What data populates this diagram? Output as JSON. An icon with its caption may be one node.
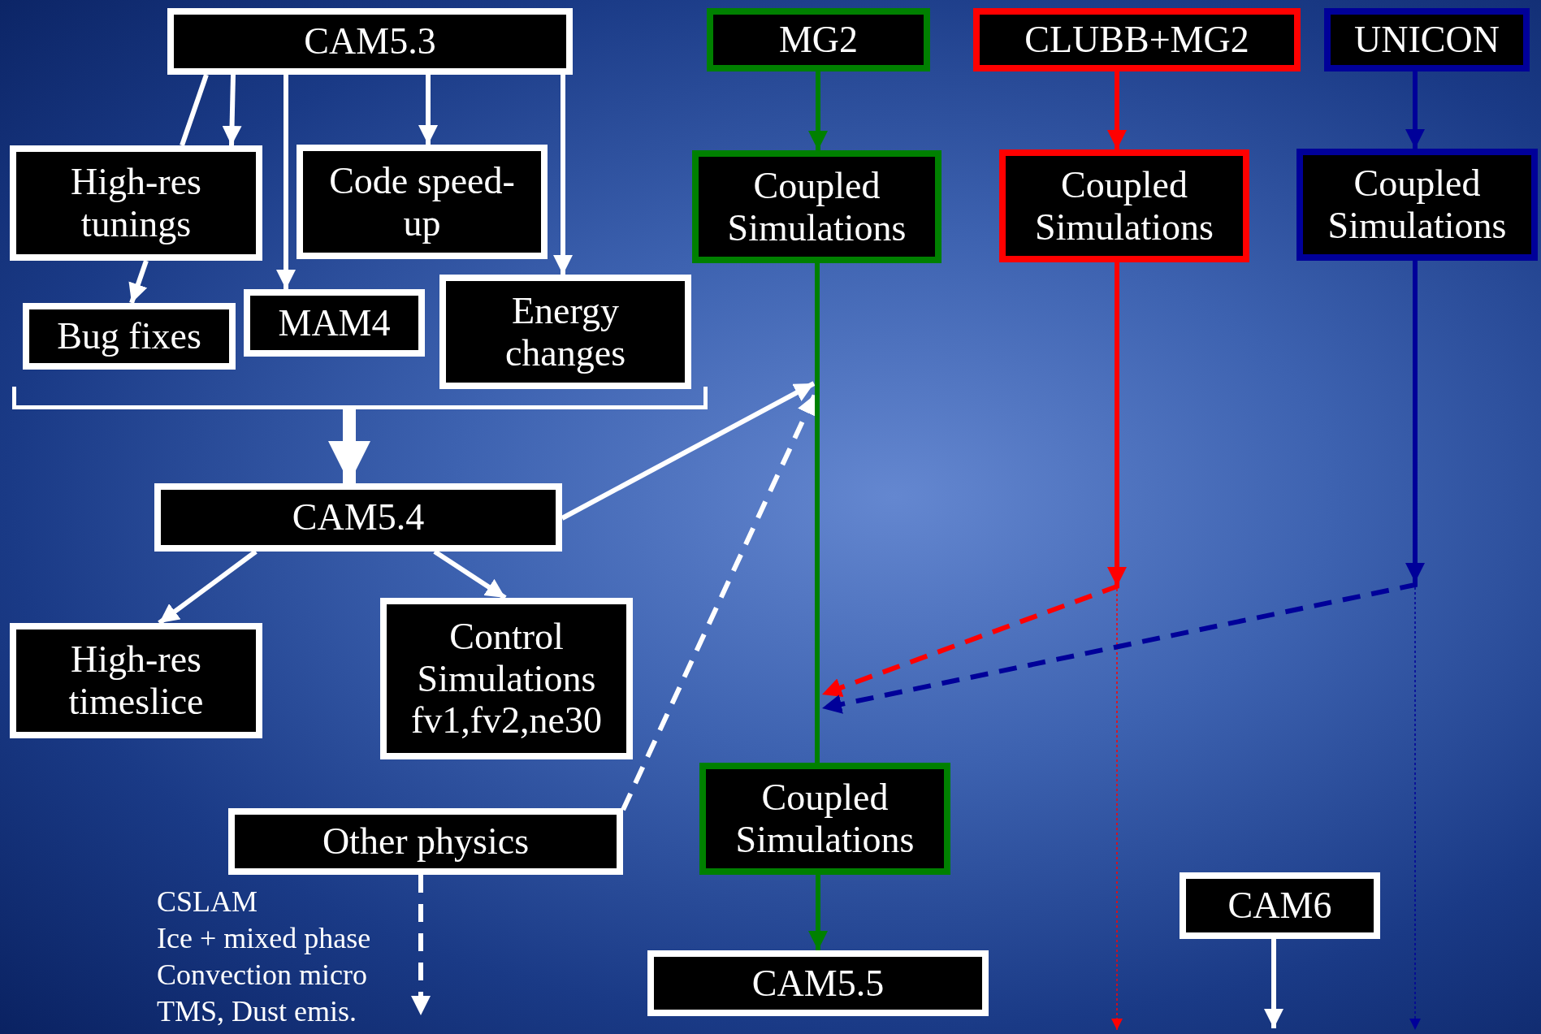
{
  "diagram": {
    "nodes": [
      {
        "text": [
          "CAM5.3"
        ]
      },
      {
        "text": [
          "High-res tunings"
        ]
      },
      {
        "text": [
          "Code speed-up"
        ]
      },
      {
        "text": [
          "Bug fixes"
        ]
      },
      {
        "text": [
          "MAM4"
        ]
      },
      {
        "text": [
          "Energy changes"
        ]
      },
      {
        "text": [
          "CAM5.4"
        ]
      },
      {
        "text": [
          "High-res timeslice"
        ]
      },
      {
        "text": [
          "Control Simulations fv1,fv2,ne30"
        ]
      },
      {
        "text": [
          "Other physics"
        ],
        "beside": [
          "CSLAM",
          "Ice + mixed phase",
          "Convection micro",
          "TMS, Dust emis."
        ]
      },
      {
        "text": [
          "MG2"
        ]
      },
      {
        "text": [
          "Coupled Simulations"
        ]
      },
      {
        "text": [
          "CLUBB+MG2"
        ]
      },
      {
        "text": [
          "Coupled Simulations"
        ]
      },
      {
        "text": [
          "UNICON"
        ]
      },
      {
        "text": [
          "Coupled Simulations"
        ]
      },
      {
        "text": [
          "Coupled Simulations"
        ]
      },
      {
        "text": [
          "CAM5.5"
        ]
      },
      {
        "text": [
          "CAM6"
        ]
      },
      {
        "text": [],
        "shape": "bracket"
      }
    ],
    "edges": [
      {
        "from": 0,
        "to": 1,
        "arrow": "none"
      },
      {
        "from": 0,
        "to": 1,
        "arrow": "to"
      },
      {
        "from": 1,
        "to": 3,
        "arrow": "to"
      },
      {
        "from": 0,
        "to": 4,
        "arrow": "to"
      },
      {
        "from": 0,
        "to": 2,
        "arrow": "to"
      },
      {
        "from": 0,
        "to": 5,
        "arrow": "to"
      },
      {
        "from": 19,
        "to": 6,
        "arrow": "to",
        "style": "thick"
      },
      {
        "from": 6,
        "to": 7,
        "arrow": "to"
      },
      {
        "from": 6,
        "to": 8,
        "arrow": "to"
      },
      {
        "from": 6,
        "to": null,
        "arrow": "to"
      },
      {
        "from": 9,
        "to": null,
        "arrow": "to",
        "style": "dashed"
      },
      {
        "from": 9,
        "to": null,
        "arrow": "to",
        "style": "dashed"
      },
      {
        "from": 10,
        "to": 11,
        "arrow": "to",
        "color": "#008000"
      },
      {
        "from": 11,
        "to": 16,
        "arrow": "none",
        "color": "#008000"
      },
      {
        "from": 16,
        "to": 17,
        "arrow": "to",
        "color": "#008000"
      },
      {
        "from": 12,
        "to": 13,
        "arrow": "to",
        "color": "#ff0000"
      },
      {
        "from": 13,
        "to": null,
        "arrow": "to",
        "color": "#ff0000"
      },
      {
        "from": 13,
        "to": null,
        "arrow": "to",
        "style": "dashed",
        "color": "#ff0000"
      },
      {
        "from": 13,
        "to": null,
        "arrow": "to",
        "style": "dashed",
        "color": "#ff0000"
      },
      {
        "from": 14,
        "to": 15,
        "arrow": "to",
        "color": "#000099"
      },
      {
        "from": 15,
        "to": null,
        "arrow": "to",
        "color": "#000099"
      },
      {
        "from": 15,
        "to": null,
        "arrow": "to",
        "style": "dashed",
        "color": "#000099"
      },
      {
        "from": 15,
        "to": null,
        "arrow": "to",
        "style": "dashed",
        "color": "#000099"
      },
      {
        "from": 18,
        "to": null,
        "arrow": "to"
      }
    ]
  }
}
